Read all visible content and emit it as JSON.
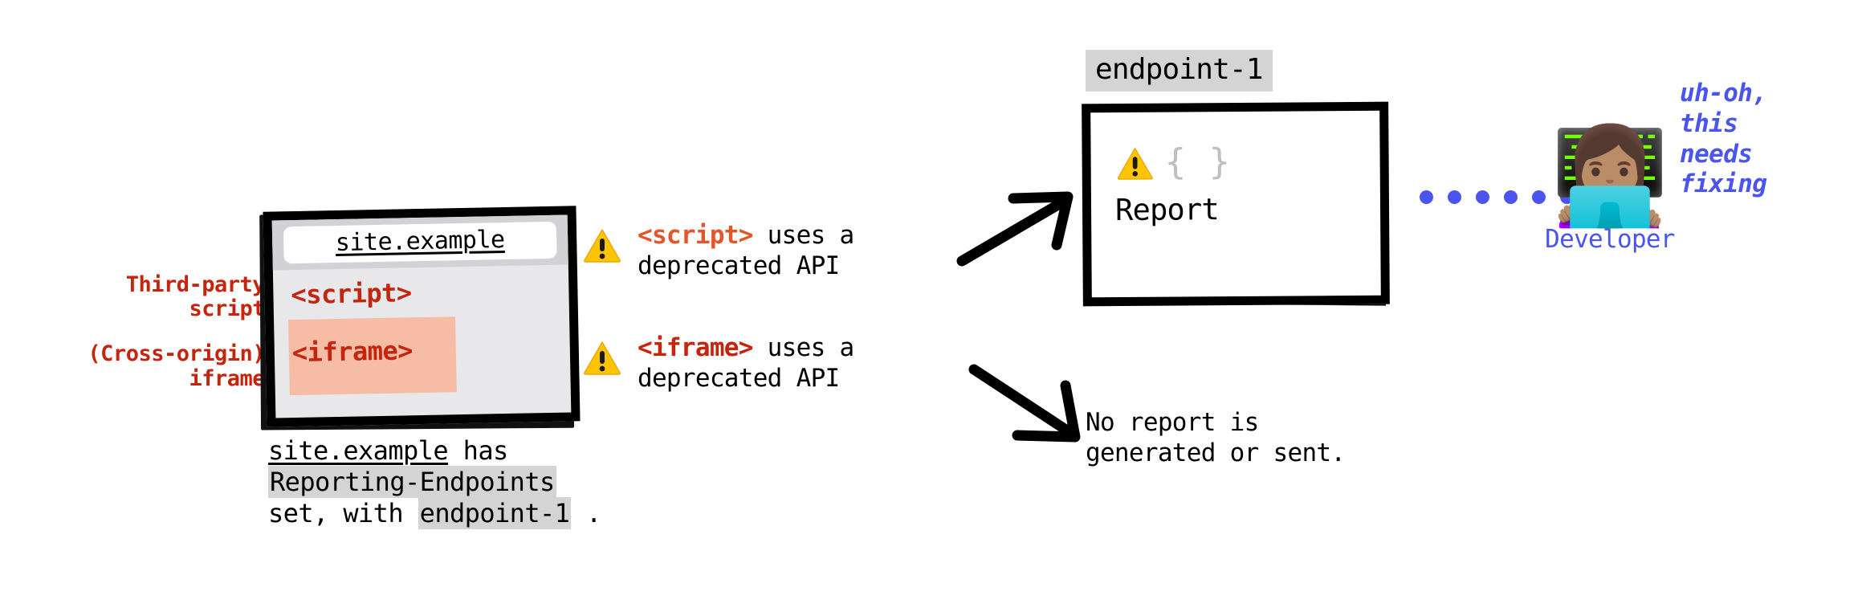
{
  "left_annotations": [
    {
      "lines": [
        "Third-party",
        "script"
      ]
    },
    {
      "lines": [
        "(Cross-origin)",
        "iframe"
      ]
    }
  ],
  "browser": {
    "url": "site.example",
    "script_tag": "<script>",
    "iframe_tag": "<iframe>"
  },
  "browser_caption": {
    "site": "site.example",
    "has": " has",
    "header": "Reporting-Endpoints",
    "set_with": "set, with ",
    "endpoint": "endpoint-1",
    "period": " ."
  },
  "warnings": [
    {
      "icon": "warning-icon",
      "tag": "<script>",
      "rest_line1": " uses a",
      "line2": "deprecated API"
    },
    {
      "icon": "warning-icon",
      "tag": "<iframe>",
      "rest_line1": " uses a",
      "line2": "deprecated API"
    }
  ],
  "endpoint_box": {
    "label": "endpoint-1",
    "icon": "warning-icon",
    "braces": "{ }",
    "title": "Report"
  },
  "no_report": {
    "line1": "No report is",
    "line2": "generated or sent."
  },
  "developer": {
    "emoji": "👩🏽‍💻",
    "label": "Developer",
    "thought_lines": [
      "uh-oh,",
      "this",
      "needs",
      "fixing"
    ],
    "dot_count": 6
  },
  "colors": {
    "red_tag": "#C5240D",
    "orange_tag": "#E2562A",
    "blue_accent": "#4A55F0",
    "code_highlight": "#D4D4D4",
    "iframe_highlight": "#F7BCA6",
    "browser_bg": "#E8E8EA",
    "browser_chrome": "#D2D2D6",
    "warning_yellow": "#FFCC00"
  }
}
